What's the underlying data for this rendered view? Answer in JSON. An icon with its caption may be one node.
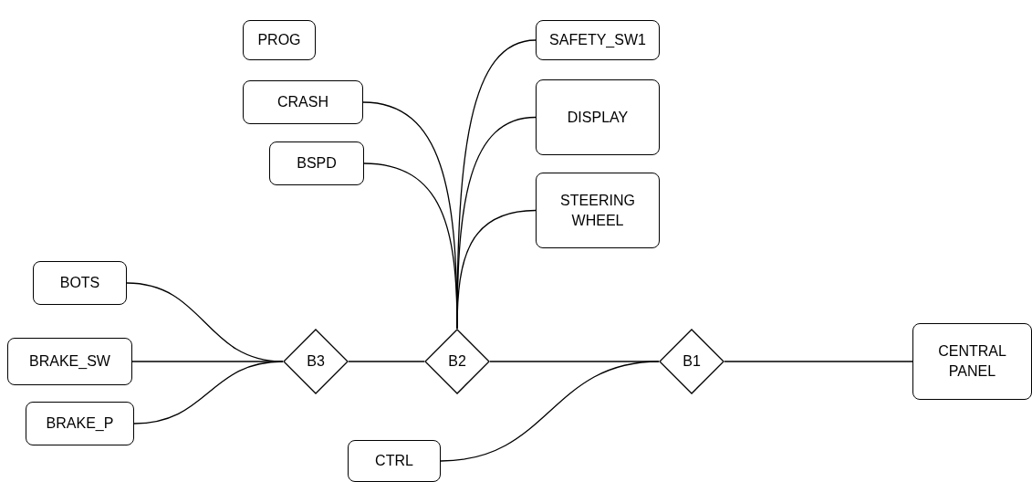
{
  "diagram": {
    "nodes": [
      {
        "text": [
          "PROG"
        ]
      },
      {
        "text": [
          "SAFETY_SW1"
        ]
      },
      {
        "text": [
          "CRASH"
        ]
      },
      {
        "text": [
          "DISPLAY"
        ]
      },
      {
        "text": [
          "BSPD"
        ]
      },
      {
        "text": [
          "STEERING WHEEL"
        ]
      },
      {
        "text": [
          "BOTS"
        ]
      },
      {
        "text": [
          "BRAKE_SW"
        ]
      },
      {
        "text": [
          "B3"
        ]
      },
      {
        "text": [
          "B2"
        ]
      },
      {
        "text": [
          "B1"
        ]
      },
      {
        "text": [
          "CENTRAL PANEL"
        ]
      },
      {
        "text": [
          "BRAKE_P"
        ]
      },
      {
        "text": [
          "CTRL"
        ]
      }
    ],
    "edges": [
      {
        "from": 2,
        "to": 9,
        "arrow": "none"
      },
      {
        "from": 4,
        "to": 9,
        "arrow": "none"
      },
      {
        "from": 1,
        "to": 9,
        "arrow": "none"
      },
      {
        "from": 3,
        "to": 9,
        "arrow": "none"
      },
      {
        "from": 5,
        "to": 9,
        "arrow": "none"
      },
      {
        "from": 6,
        "to": 8,
        "arrow": "none"
      },
      {
        "from": 7,
        "to": 8,
        "arrow": "none"
      },
      {
        "from": 12,
        "to": 8,
        "arrow": "none"
      },
      {
        "from": 8,
        "to": 9,
        "arrow": "none"
      },
      {
        "from": 9,
        "to": 10,
        "arrow": "none"
      },
      {
        "from": 10,
        "to": 11,
        "arrow": "none"
      },
      {
        "from": 13,
        "to": 10,
        "arrow": "none"
      }
    ]
  }
}
